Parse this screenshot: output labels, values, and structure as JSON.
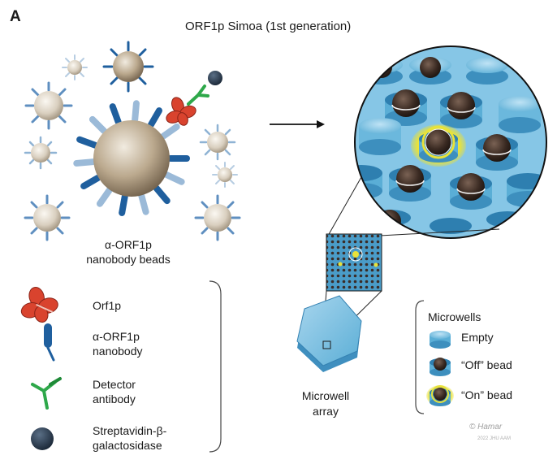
{
  "panel_letter": "A",
  "title": "ORF1p Simoa (1st generation)",
  "beads_label": [
    "α-ORF1p",
    "nanobody beads"
  ],
  "legend": [
    {
      "icon": "orf1p-icon",
      "lines": [
        "Orf1p"
      ]
    },
    {
      "icon": "nanobody-icon",
      "lines": [
        "α-ORF1p",
        "nanobody"
      ]
    },
    {
      "icon": "detector-antibody-icon",
      "lines": [
        "Detector",
        "antibody"
      ]
    },
    {
      "icon": "streptavidin-icon",
      "lines": [
        "Streptavidin-β-",
        "galactosidase"
      ]
    }
  ],
  "microwell_array_label": [
    "Microwell",
    "array"
  ],
  "microwells_legend": {
    "title": "Microwells",
    "items": [
      {
        "icon": "empty-well-icon",
        "label": "Empty"
      },
      {
        "icon": "off-bead-well-icon",
        "label": "“Off” bead"
      },
      {
        "icon": "on-bead-well-icon",
        "label": "“On” bead"
      }
    ]
  },
  "signature": "© Hamar",
  "signature_sub": "2022 JHU AAM",
  "colors": {
    "well_blue": "#5aaed6",
    "well_dark": "#2e7fb0",
    "bead_brown": "#3a2a22",
    "large_bead": "#b5a48b",
    "nanobody_blue": "#1f5f9e",
    "antigen_red": "#d9432e",
    "antibody_green": "#2ea84a",
    "on_yellow": "#e8e23a"
  }
}
